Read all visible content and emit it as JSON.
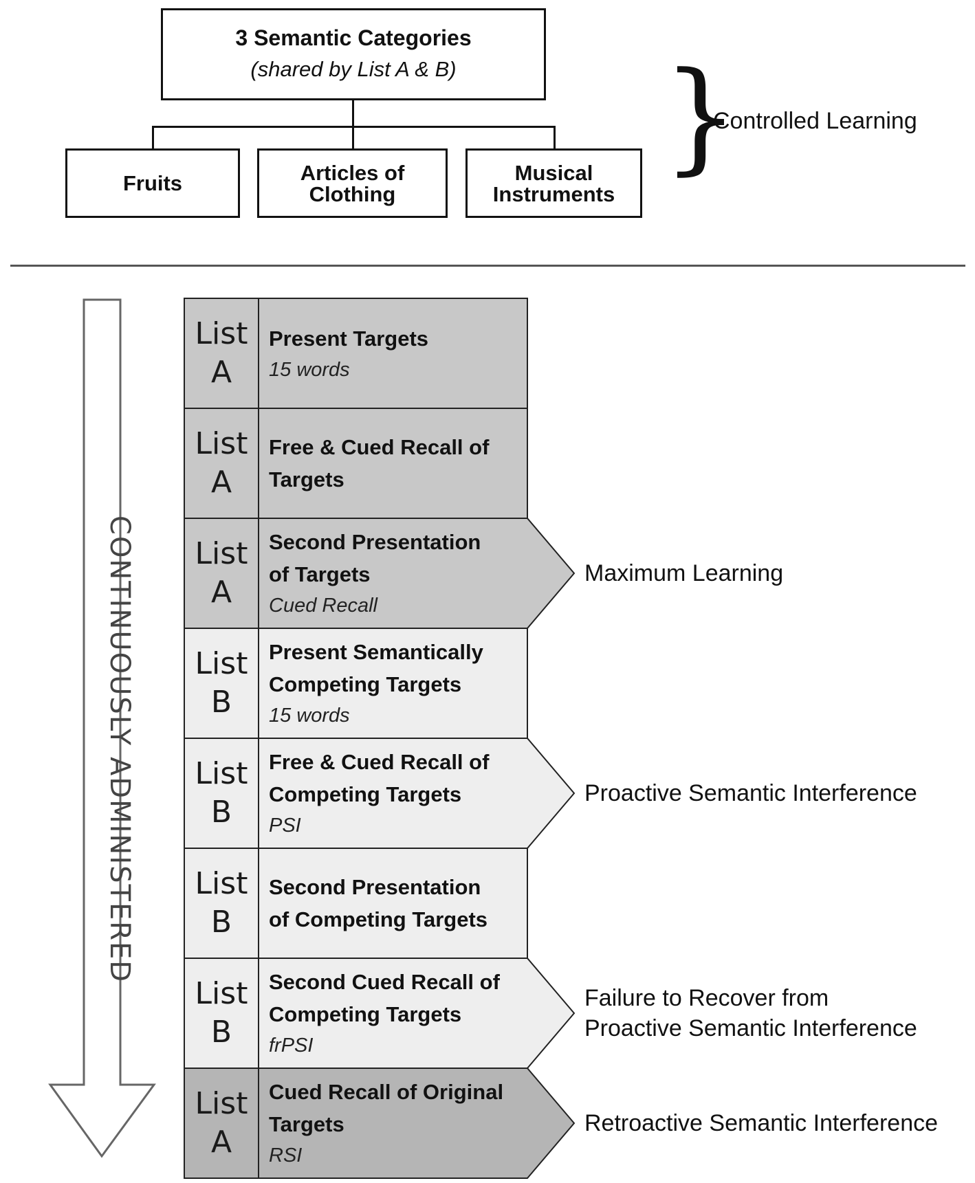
{
  "root": {
    "title": "3 Semantic Categories",
    "subtitle": "(shared by List A & B)"
  },
  "categories": [
    {
      "label": "Fruits"
    },
    {
      "label": "Articles of\nClothing"
    },
    {
      "label": "Musical\nInstruments"
    }
  ],
  "controlled_learning_label": "Controlled Learning",
  "continuous_label": "CONTINUOUSLY  ADMINISTERED",
  "steps": [
    {
      "list": "List\nA",
      "title": "Present Targets",
      "subtitle": "15 words",
      "shade": "dark",
      "pointer": false
    },
    {
      "list": "List\nA",
      "title": "Free & Cued Recall of\nTargets",
      "subtitle": "",
      "shade": "dark",
      "pointer": false
    },
    {
      "list": "List\nA",
      "title": "Second Presentation\nof Targets",
      "subtitle": "Cued Recall",
      "shade": "dark",
      "pointer": true,
      "outcome": "Maximum Learning"
    },
    {
      "list": "List\nB",
      "title": "Present Semantically\nCompeting Targets",
      "subtitle": "15 words",
      "shade": "light",
      "pointer": false
    },
    {
      "list": "List\nB",
      "title": "Free & Cued Recall of\nCompeting Targets",
      "subtitle": "PSI",
      "shade": "light",
      "pointer": true,
      "outcome": "Proactive Semantic Interference"
    },
    {
      "list": "List\nB",
      "title": "Second Presentation\nof Competing Targets",
      "subtitle": "",
      "shade": "light",
      "pointer": false
    },
    {
      "list": "List\nB",
      "title": "Second Cued Recall of\nCompeting Targets",
      "subtitle": "frPSI",
      "shade": "light",
      "pointer": true,
      "outcome": "Failure to Recover from\nProactive Semantic Interference"
    },
    {
      "list": "List\nA",
      "title": "Cued Recall of Original\nTargets",
      "subtitle": "RSI",
      "shade": "darker",
      "pointer": true,
      "outcome": "Retroactive Semantic Interference"
    }
  ],
  "colors": {
    "dark": "#c8c8c8",
    "light": "#eeeeee",
    "darker": "#b5b5b5",
    "stroke": "#222222"
  }
}
